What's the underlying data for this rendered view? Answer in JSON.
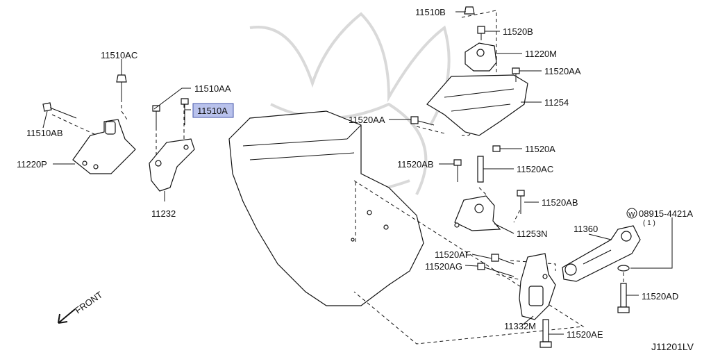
{
  "diagram_id": "J11201LV",
  "front_label": "FRONT",
  "highlight_color": "#b9c2ec",
  "labels": {
    "p11510AC": "11510AC",
    "p11510AA_left": "11510AA",
    "p11510A": "11510A",
    "p11510AB": "11510AB",
    "p11220P": "11220P",
    "p11232": "11232",
    "p11510B": "11510B",
    "p11520B": "11520B",
    "p11220M": "11220M",
    "p11520AA_top": "11520AA",
    "p11254": "11254",
    "p11520AA_mid": "11520AA",
    "p11520A": "11520A",
    "p11520AB_left": "11520AB",
    "p11520AC": "11520AC",
    "p11520AB_right": "11520AB",
    "p11253N": "11253N",
    "p11360": "11360",
    "p08915": "08915-4421A",
    "p08915_qty": "( 1 )",
    "p08915_prefix": "W",
    "p11520AF": "11520AF",
    "p11520AG": "11520AG",
    "p11520AD": "11520AD",
    "p11332M": "11332M",
    "p11520AE": "11520AE"
  }
}
